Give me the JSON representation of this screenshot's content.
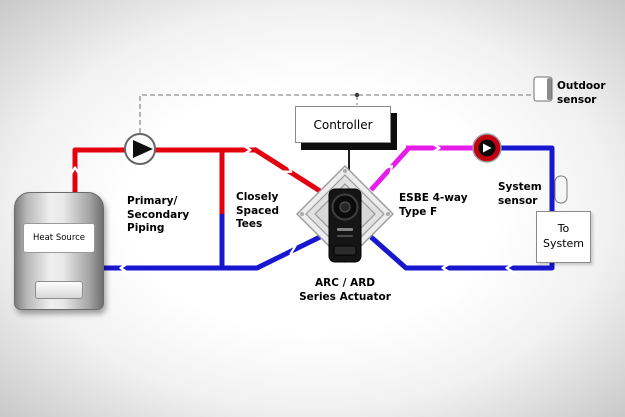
{
  "labels": {
    "heat_source": "Heat Source",
    "primary_piping": "Primary/\nSecondary\nPiping",
    "closely_spaced_tees": "Closely\nSpaced\nTees",
    "controller": "Controller",
    "esbe_valve": "ESBE 4-way\nType F",
    "actuator": "ARC / ARD\nSeries Actuator",
    "system_sensor": "System\nsensor",
    "outdoor_sensor": "Outdoor\nsensor",
    "to_system": "To\nSystem"
  },
  "colors": {
    "supply_pipe": "#e3000f",
    "return_pipe": "#1717cf",
    "mixed_pipe": "#e81ce8",
    "control_line": "#8f8f8f"
  }
}
